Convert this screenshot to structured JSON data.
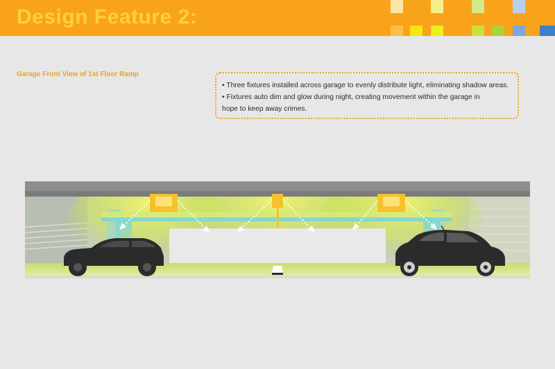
{
  "header": {
    "title": "Design Feature 2:"
  },
  "swatch_colors": [
    "#f9a31b",
    "#fbbf48",
    "#f7e514",
    "#ecef1e",
    "#c9e03c",
    "#aed23a",
    "#7ea6db",
    "#3f7fc8"
  ],
  "section": {
    "subtitle": "Garage Front View of 1st Floor Ramp"
  },
  "notes": [
    "• Three fixtures installed across garage to evenly distribute light, eliminating shadow areas.",
    "• Fixtures auto dim and glow during night, creating movement within the garage in",
    "hope to keep away crimes."
  ],
  "illustration": {
    "subject": "parking-garage-section",
    "fixtures": 3,
    "vehicles": [
      "hatchback-left",
      "hatchback-right"
    ],
    "colors": {
      "light_glow": "#d9ef4f",
      "fixture": "#f6c12a",
      "accent_cyan": "#86d7d0",
      "car": "#2b2b2b"
    }
  }
}
